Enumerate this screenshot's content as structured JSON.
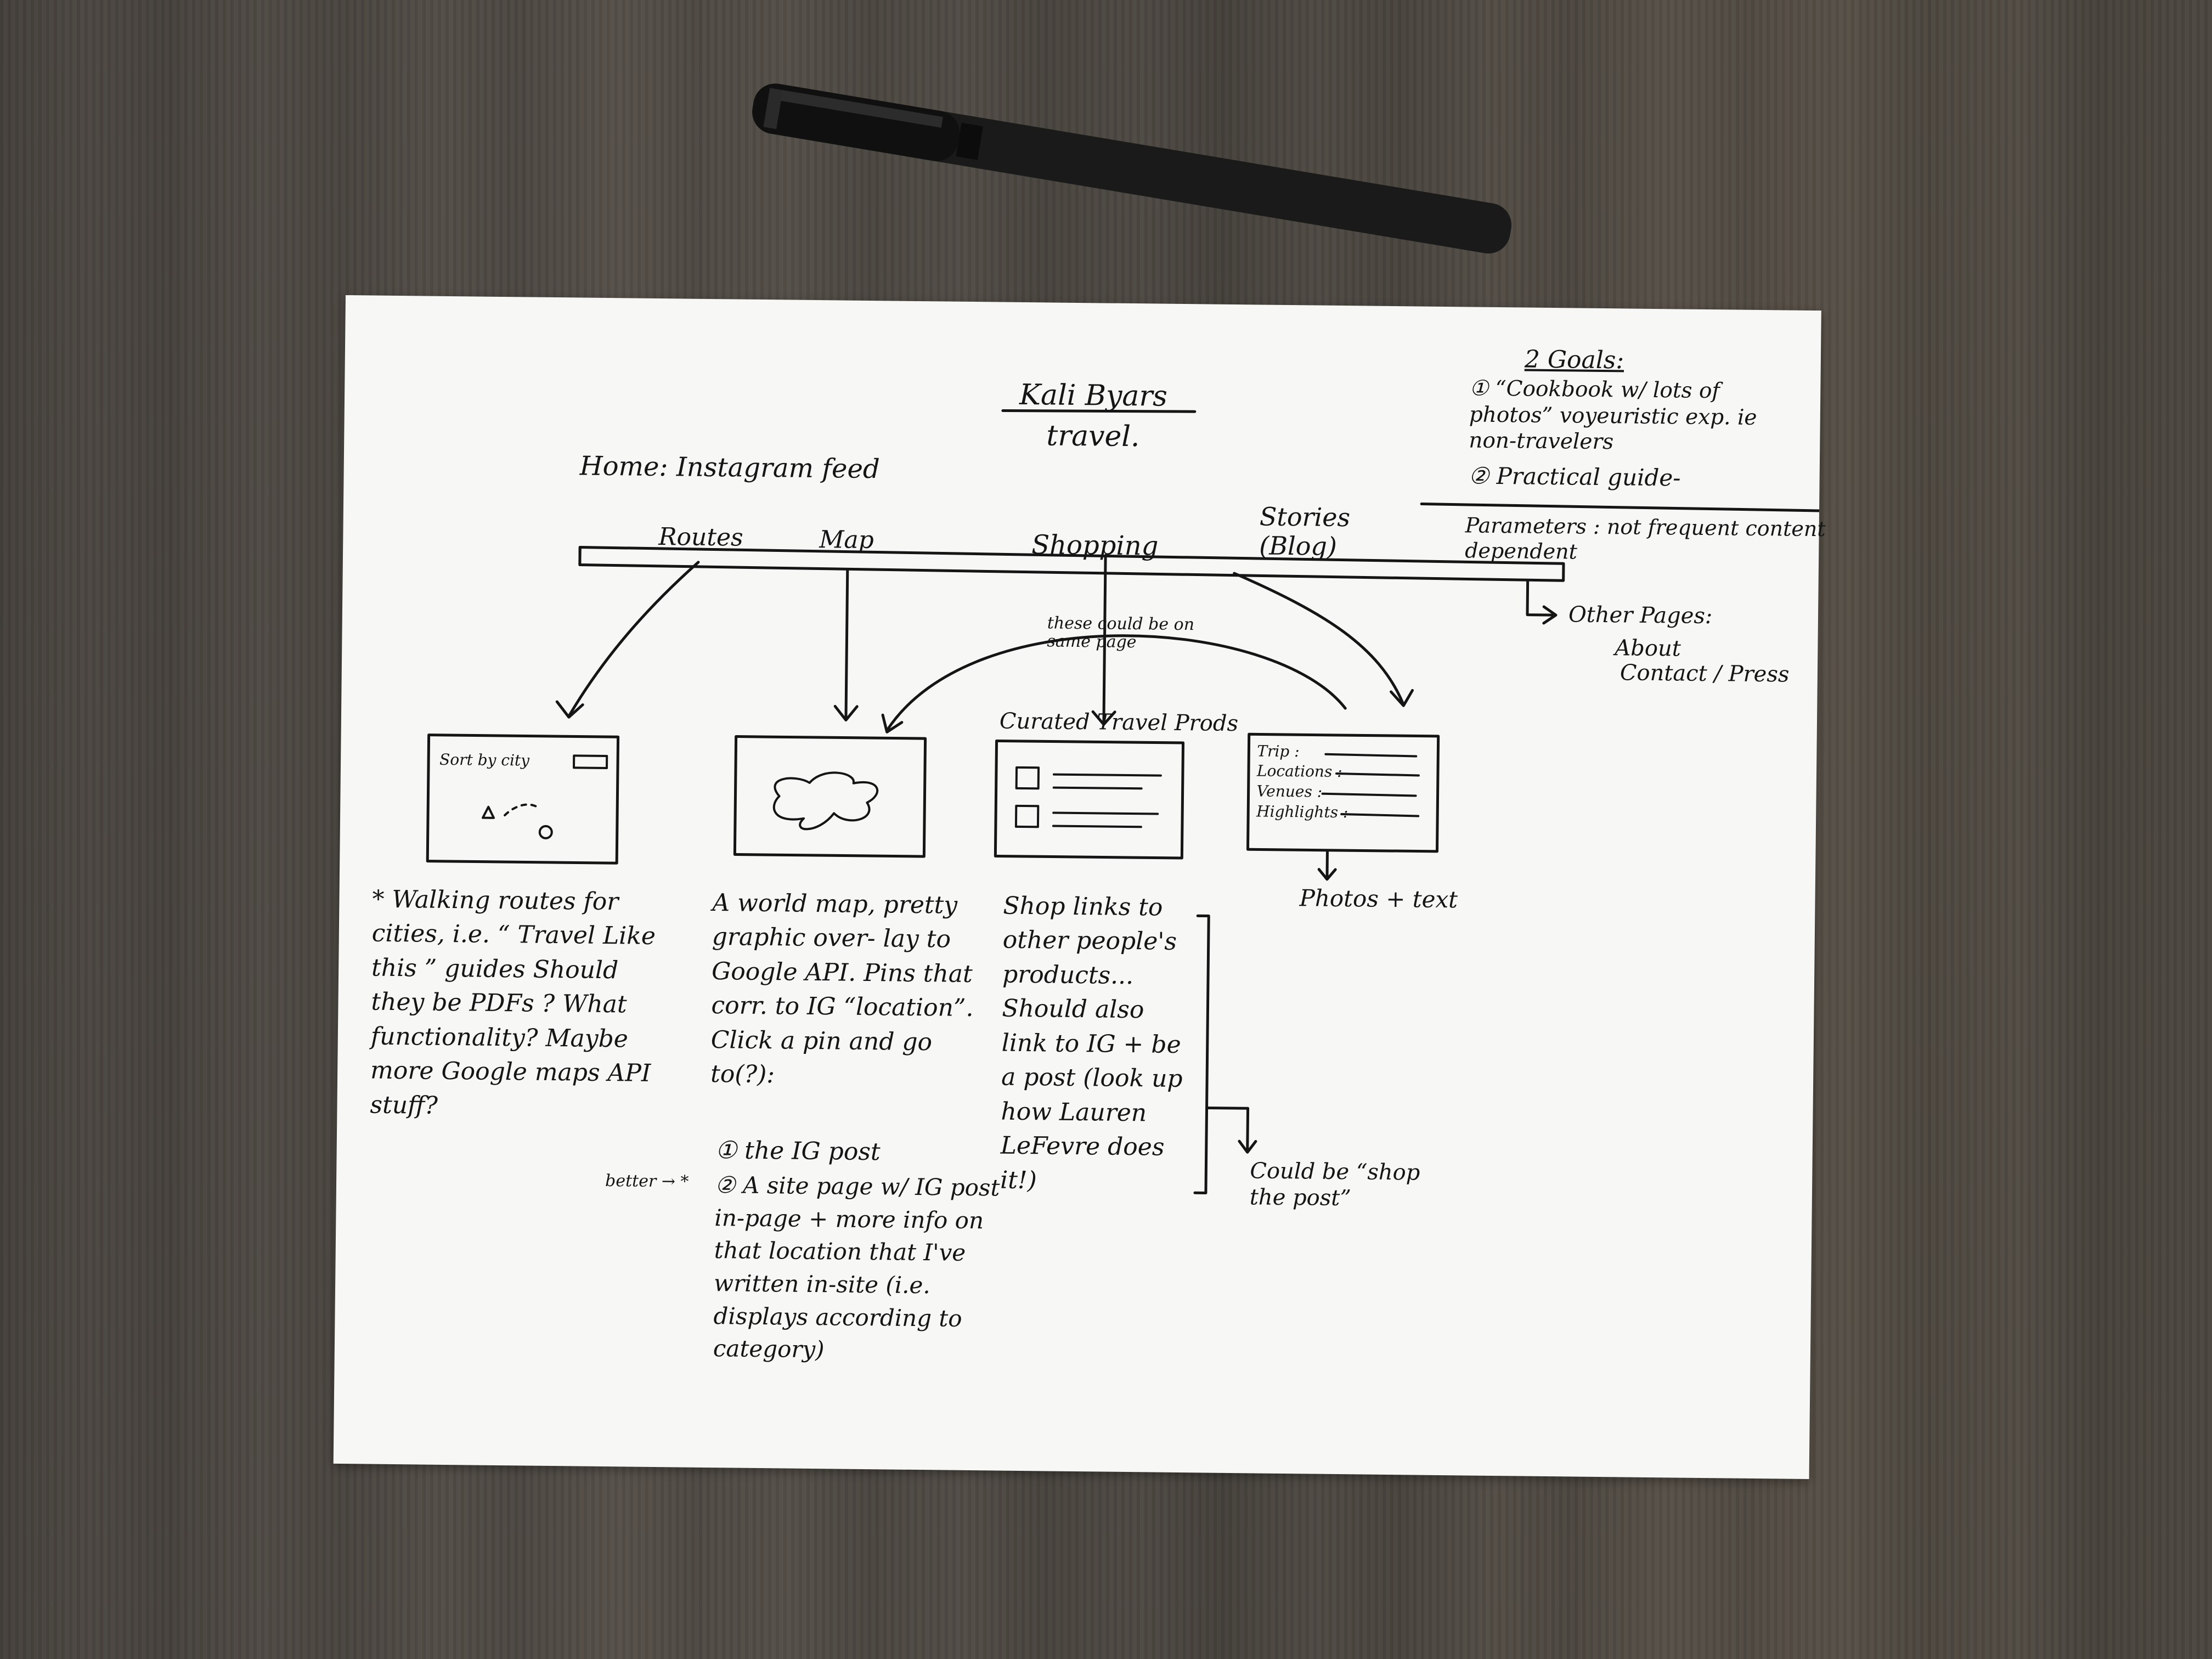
{
  "sketch": {
    "title": "Kali Byars",
    "subtitle": "travel.",
    "home_label": "Home: Instagram feed"
  },
  "goals": {
    "heading": "2 Goals:",
    "items": [
      "① “Cookbook w/ lots of photos” voyeuristic exp. ie non-travelers",
      "② Practical guide-"
    ],
    "parameters": "Parameters : not frequent content dependent"
  },
  "nav": {
    "items": [
      "Routes",
      "Map",
      "Shopping",
      "Stories (Blog)"
    ]
  },
  "other_pages": {
    "label": "Other Pages:",
    "items": [
      "About",
      "Contact / Press"
    ]
  },
  "arrow_note": "these could be on same page",
  "wireframes": {
    "routes": {
      "sort_label": "Sort by city"
    },
    "shopping": {
      "heading": "Curated Travel Prods"
    },
    "stories": {
      "fields": [
        "Trip :",
        "Locations :",
        "Venues :",
        "Highlights :"
      ],
      "output": "Photos + text"
    }
  },
  "notes": {
    "routes": "* Walking routes for cities, i.e. “ Travel Like this ” guides Should they be PDFs ? What functionality? Maybe more Google maps API stuff?",
    "map_intro": "A world map, pretty graphic over- lay to Google API. Pins that corr. to IG “location”. Click a pin and go to(?):",
    "map_option1": "① the IG post",
    "map_better": "better → *",
    "map_option2": "② A site page w/ IG post in-page + more info on that location that I've written in-site (i.e. displays according to category)",
    "shopping": "Shop links to other people's products... Should also link to IG + be a post (look up how Lauren LeFevre does it!)",
    "shopping_aside": "Could be “shop the post”"
  }
}
